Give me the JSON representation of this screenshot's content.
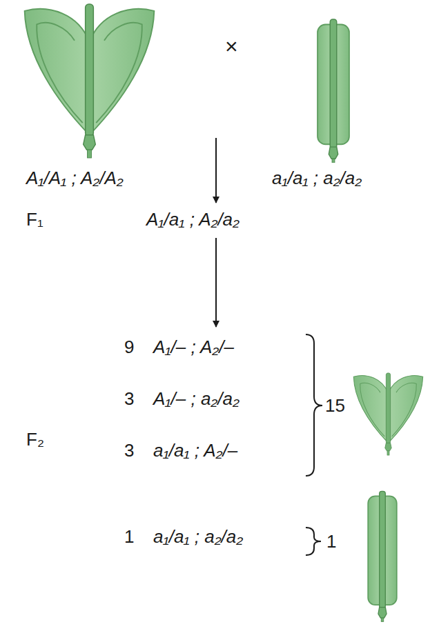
{
  "diagram": {
    "labels": [
      "A₁/A₁ ; A₂/A₂",
      "×",
      "a₁/a₁ ; a₂/a₂",
      "F₁",
      "A₁/a₁ ; A₂/a₂",
      "F₂",
      "9",
      "A₁/– ; A₂/–",
      "3",
      "A₁/– ; a₂/a₂",
      "3",
      "a₁/a₁ ; A₂/–",
      "15",
      "1",
      "a₁/a₁ ; a₂/a₂",
      "1"
    ]
  }
}
